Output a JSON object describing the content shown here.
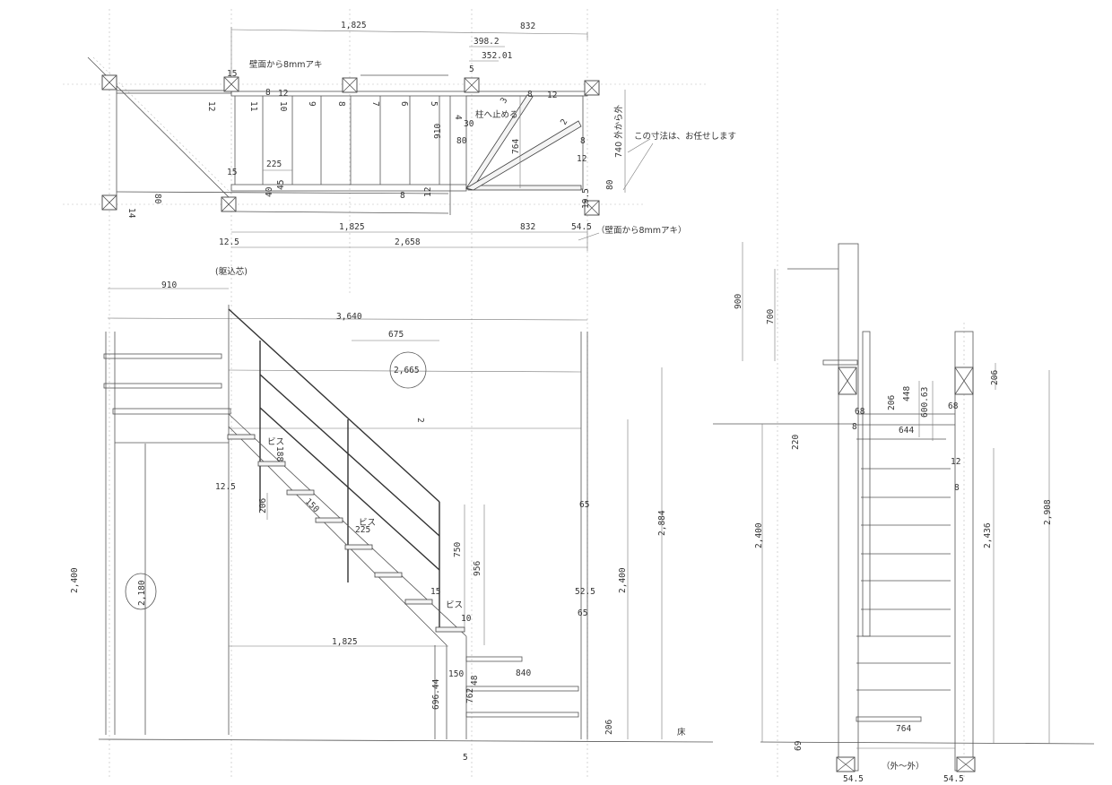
{
  "plan": {
    "dim_top_1825": "1,825",
    "dim_top_832": "832",
    "dim_398": "398.2",
    "dim_352": "352.01",
    "note_gap_top": "壁面から8mmアキ",
    "dim_15a": "15",
    "dim_5": "5",
    "tread_11": "11",
    "tread_10": "10",
    "dim_12a": "12",
    "dim_8a": "8",
    "tread_9": "9",
    "tread_8": "8",
    "tread_7": "7",
    "tread_6": "6",
    "tread_5": "5",
    "tread_4": "4",
    "tread_3": "3",
    "tread_2": "2",
    "dim_12left": "12",
    "note_post": "柱へ止める",
    "dim_30": "30",
    "dim_80a": "80",
    "dim_910": "910",
    "dim_764": "764",
    "dim_8b": "8",
    "dim_12b": "12",
    "dim_8c": "8",
    "dim_12c": "12",
    "dim_225": "225",
    "dim_15b": "15",
    "dim_40": "40",
    "dim_45": "45",
    "dim_80b": "80",
    "dim_14": "14",
    "dim_8d": "8",
    "dim_12d": "12",
    "dim_740": "740 外から外",
    "note_leave": "この寸法は、お任せします",
    "dim_80c": "80",
    "dim_19_5": "19.5",
    "dim_bot_1825": "1,825",
    "dim_bot_832": "832",
    "dim_54_5": "54.5",
    "note_gap_bottom": "（壁面から8mmアキ）",
    "dim_12_5": "12.5",
    "dim_2658": "2,658"
  },
  "elevation": {
    "note_core": "(躯込芯)",
    "dim_910": "910",
    "dim_3640": "3,640",
    "dim_675": "675",
    "dim_2665": "2,665",
    "dim_2": "2",
    "screw_1": "ビス",
    "dim_188": "188",
    "dim_12_5": "12.5",
    "dim_206": "206",
    "dim_150": "150",
    "screw_2": "ビス",
    "dim_225": "225",
    "dim_750": "750",
    "dim_956": "956",
    "dim_65a": "65",
    "dim_2884": "2,884",
    "dim_2400r": "2,400",
    "dim_2400l": "2,400",
    "dim_2180": "2,180",
    "dim_15": "15",
    "screw_3": "ビス",
    "dim_52_5": "52.5",
    "dim_65b": "65",
    "dim_10": "10",
    "dim_1825": "1,825",
    "dim_150b": "150",
    "dim_48": "48",
    "dim_840": "840",
    "dim_696": "696.44",
    "dim_762": "762",
    "dim_206b": "206",
    "floor": "床",
    "dim_5": "5"
  },
  "side": {
    "dim_900": "900",
    "dim_700": "700",
    "dim_206r": "206",
    "dim_206": "206",
    "dim_448": "448",
    "dim_600": "600.63",
    "dim_68a": "68",
    "dim_68b": "68",
    "dim_8": "8",
    "dim_644": "644",
    "dim_220": "220",
    "dim_12": "12",
    "dim_8b": "8",
    "dim_2400": "2,400",
    "dim_2436": "2,436",
    "dim_2908": "2,908",
    "dim_69": "69",
    "dim_764": "764",
    "note_out": "（外～外）",
    "dim_54_5a": "54.5",
    "dim_54_5b": "54.5"
  }
}
